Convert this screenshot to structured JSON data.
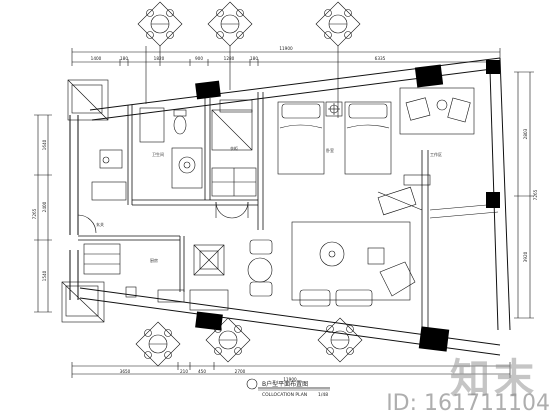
{
  "dimensions": {
    "top_total": "11900",
    "top_segments": [
      "1400",
      "180",
      "1820",
      "900",
      "1280",
      "180",
      "6335"
    ],
    "right_total": "7265",
    "right_segments": [
      "2803",
      "3920"
    ],
    "left_total": "7265",
    "left_segments": [
      "1640",
      "2400",
      "1540"
    ],
    "bottom_total": "11900",
    "bottom_segments": [
      "3650",
      "210",
      "450",
      "2700"
    ]
  },
  "rooms": {
    "bathroom": "卫生间",
    "entry": "玄关",
    "bedroom": "卧室",
    "workspace": "工作区",
    "kitchen": "厨房",
    "closet": "衣柜"
  },
  "caption": {
    "title": "B户型平面布置图",
    "subtitle": "COLLOCATION PLAN",
    "scale": "1/48"
  },
  "watermark": {
    "logo": "知末",
    "id": "ID: 161711104"
  },
  "colors": {
    "line": "#111111",
    "fill_black": "#000000"
  }
}
